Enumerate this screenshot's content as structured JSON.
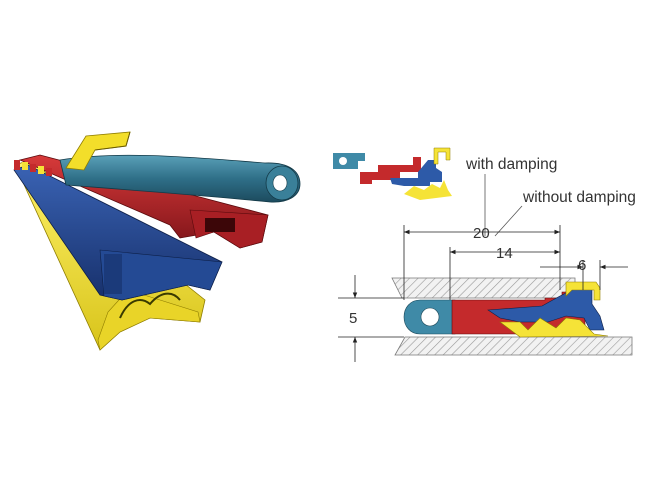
{
  "labels": {
    "with_damping": "with damping",
    "without_damping": "without damping"
  },
  "dimensions": {
    "total_width": "20",
    "inner_width": "14",
    "lip_width": "6",
    "height": "5"
  },
  "colors": {
    "teal": "#3f8aa7",
    "red": "#c42a2c",
    "blue": "#2d5aa8",
    "yellow": "#f5e337",
    "hatch": "#9a9a9a"
  }
}
